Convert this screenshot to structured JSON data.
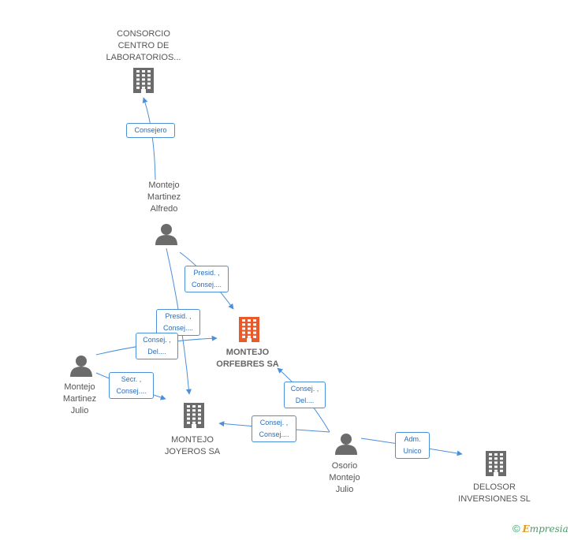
{
  "nodes": [
    {
      "id": "consorcio",
      "label": "CONSORCIO\nCENTRO DE\nLABORATORIOS...",
      "kind": "company",
      "main": false,
      "color": "#6b6b6b"
    },
    {
      "id": "alfredo",
      "label": "Montejo\nMartinez\nAlfredo",
      "kind": "person",
      "main": false,
      "color": "#6b6b6b"
    },
    {
      "id": "orfebres",
      "label": "MONTEJO\nORFEBRES SA",
      "kind": "company",
      "main": true,
      "color": "#e85a2a"
    },
    {
      "id": "julio_mm",
      "label": "Montejo\nMartinez\nJulio",
      "kind": "person",
      "main": false,
      "color": "#6b6b6b"
    },
    {
      "id": "joyeros",
      "label": "MONTEJO\nJOYEROS SA",
      "kind": "company",
      "main": false,
      "color": "#6b6b6b"
    },
    {
      "id": "osorio",
      "label": "Osorio\nMontejo\nJulio",
      "kind": "person",
      "main": false,
      "color": "#6b6b6b"
    },
    {
      "id": "delosor",
      "label": "DELOSOR\nINVERSIONES SL",
      "kind": "company",
      "main": false,
      "color": "#6b6b6b"
    }
  ],
  "edges": [
    {
      "from": "alfredo",
      "to": "consorcio",
      "label": "Consejero"
    },
    {
      "from": "alfredo",
      "to": "orfebres",
      "label": "Presid. ,\nConsej...."
    },
    {
      "from": "alfredo",
      "to": "joyeros",
      "label": "Presid. ,\nConsej...."
    },
    {
      "from": "julio_mm",
      "to": "orfebres",
      "label": "Consej. ,\nDel...."
    },
    {
      "from": "julio_mm",
      "to": "joyeros",
      "label": "Secr. ,\nConsej...."
    },
    {
      "from": "osorio",
      "to": "orfebres",
      "label": "Consej. ,\nDel...."
    },
    {
      "from": "osorio",
      "to": "joyeros",
      "label": "Consej. ,\nConsej...."
    },
    {
      "from": "osorio",
      "to": "delosor",
      "label": "Adm.\nUnico"
    }
  ],
  "colors": {
    "edge": "#4a90d9",
    "node": "#6b6b6b",
    "main": "#e85a2a"
  },
  "footer": {
    "copyright": "©",
    "brand_initial": "E",
    "brand_rest": "mpresia"
  }
}
